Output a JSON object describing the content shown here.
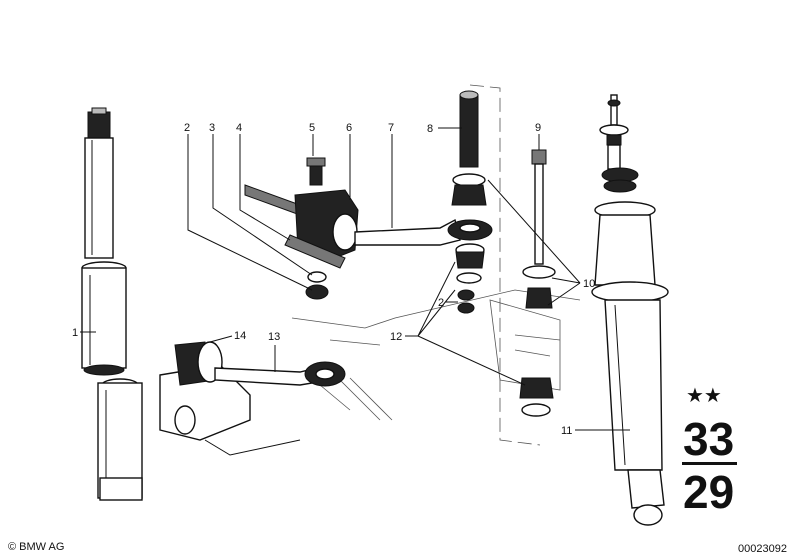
{
  "callouts": [
    "1",
    "2",
    "3",
    "4",
    "5",
    "6",
    "7",
    "8",
    "9",
    "10",
    "11",
    "12",
    "13",
    "14"
  ],
  "callout_2_secondary": "2",
  "group_code": {
    "stars": "★★",
    "top": "33",
    "bottom": "29"
  },
  "footer": {
    "copyright": "© BMW AG",
    "diagram_number": "00023092"
  }
}
